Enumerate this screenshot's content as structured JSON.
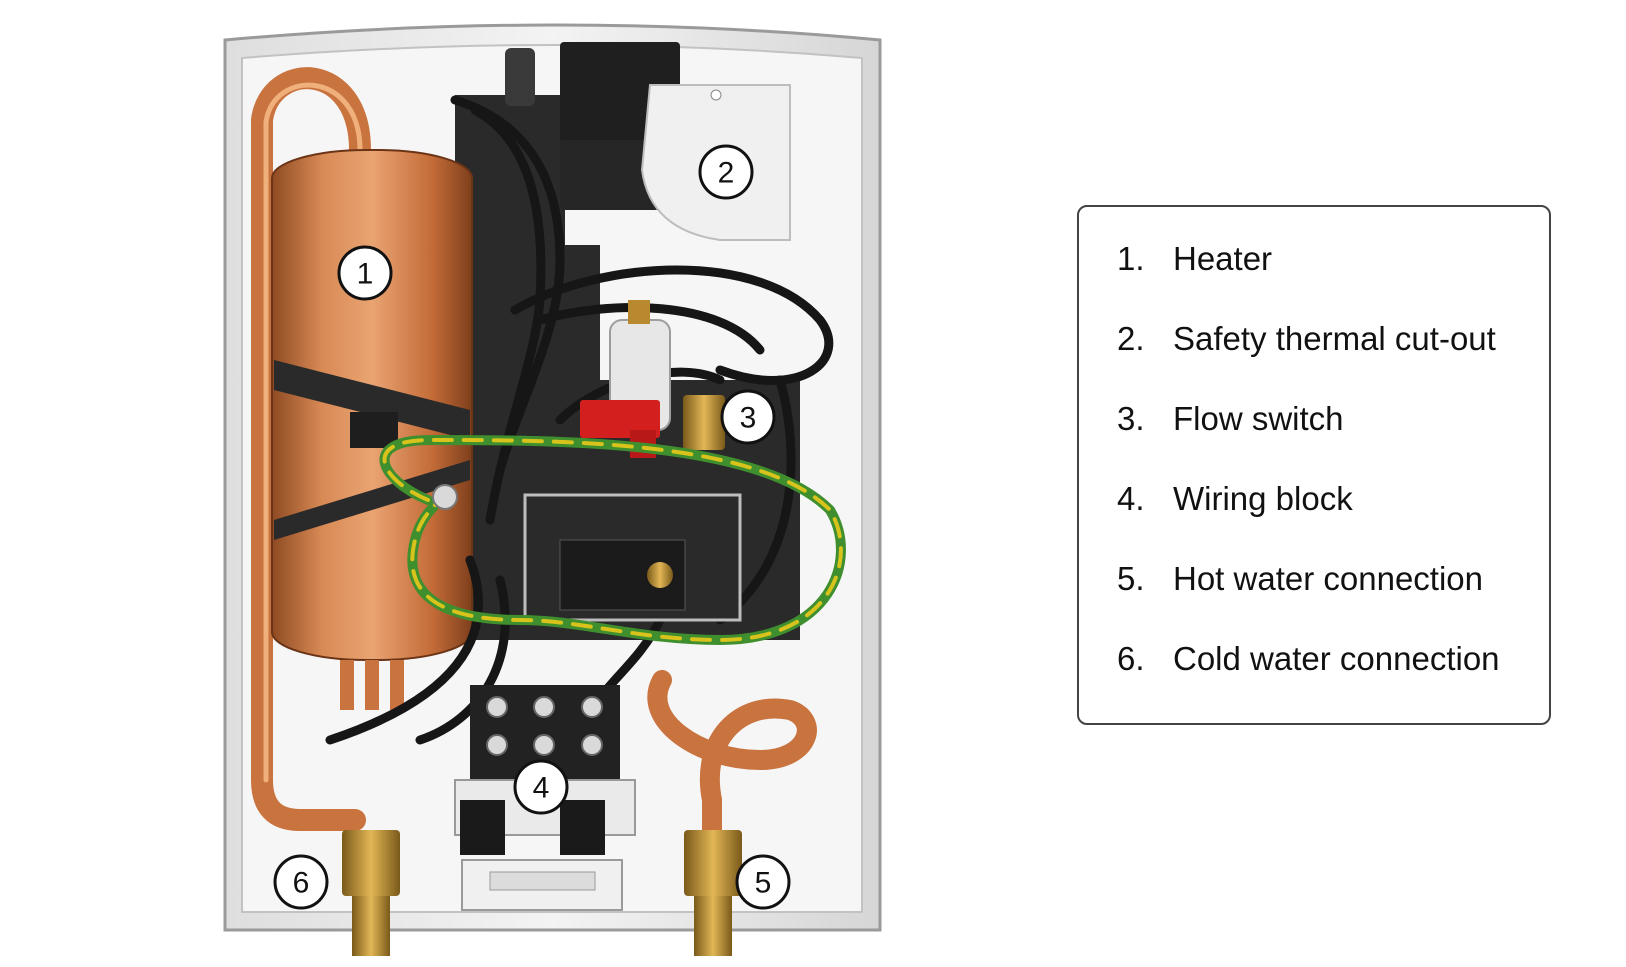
{
  "callouts": [
    {
      "num": "1"
    },
    {
      "num": "2"
    },
    {
      "num": "3"
    },
    {
      "num": "4"
    },
    {
      "num": "5"
    },
    {
      "num": "6"
    }
  ],
  "legend": {
    "items": [
      {
        "num": "1.",
        "label": "Heater"
      },
      {
        "num": "2.",
        "label": "Safety thermal cut-out"
      },
      {
        "num": "3.",
        "label": "Flow switch"
      },
      {
        "num": "4.",
        "label": "Wiring block"
      },
      {
        "num": "5.",
        "label": "Hot water connection"
      },
      {
        "num": "6.",
        "label": "Cold water connection"
      }
    ]
  },
  "colors": {
    "copper": "#c9733f",
    "housing": "#ececec",
    "cable": "#1a1a1a",
    "earth_yellow": "#d8c31c",
    "earth_green": "#3f8f2f",
    "brass": "#b8892e",
    "flow_switch_red": "#d41f1f"
  }
}
